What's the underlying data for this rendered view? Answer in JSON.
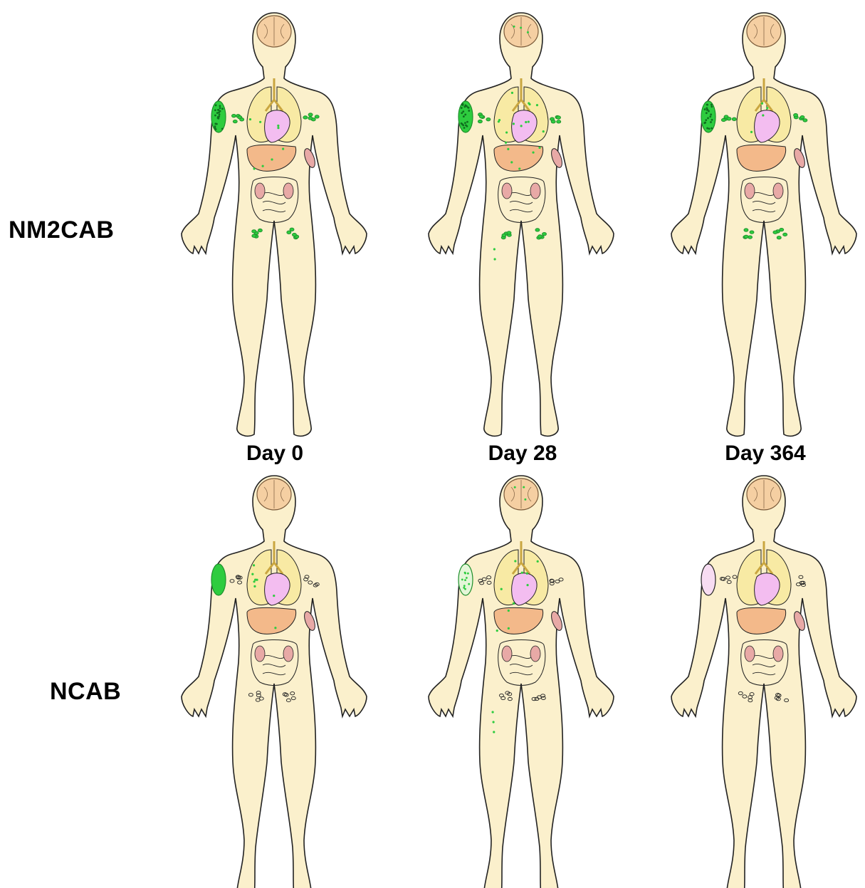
{
  "rows": [
    {
      "label": "NM2CAB"
    },
    {
      "label": "NCAB"
    }
  ],
  "days": [
    "Day 0",
    "Day 28",
    "Day 364"
  ],
  "colors": {
    "skin": "#fbf0cc",
    "lung": "#f8eaa4",
    "heart": "#f3bdf0",
    "liver": "#f3b98a",
    "kidney": "#e8a9a6",
    "brain": "#f5cfa2",
    "particle": "#2ecc3f",
    "particle_dark": "#1e8f2b",
    "outline": "#222222"
  },
  "panels": [
    {
      "row": "NM2CAB",
      "day": "Day 0",
      "arm_site": "dense-dots",
      "nodes": "green",
      "organ_dots": 8,
      "brain_dots": 0,
      "leg_dots": 0
    },
    {
      "row": "NM2CAB",
      "day": "Day 28",
      "arm_site": "dense-dots",
      "nodes": "green",
      "organ_dots": 18,
      "brain_dots": 3,
      "leg_dots": 2
    },
    {
      "row": "NM2CAB",
      "day": "Day 364",
      "arm_site": "dense-dots",
      "nodes": "green",
      "organ_dots": 4,
      "brain_dots": 0,
      "leg_dots": 0
    },
    {
      "row": "NCAB",
      "day": "Day 0",
      "arm_site": "solid-green",
      "nodes": "empty",
      "organ_dots": 8,
      "brain_dots": 0,
      "leg_dots": 0
    },
    {
      "row": "NCAB",
      "day": "Day 28",
      "arm_site": "light-dots",
      "nodes": "empty",
      "organ_dots": 10,
      "brain_dots": 3,
      "leg_dots": 3
    },
    {
      "row": "NCAB",
      "day": "Day 364",
      "arm_site": "pink-empty",
      "nodes": "empty",
      "organ_dots": 0,
      "brain_dots": 0,
      "leg_dots": 0
    }
  ]
}
